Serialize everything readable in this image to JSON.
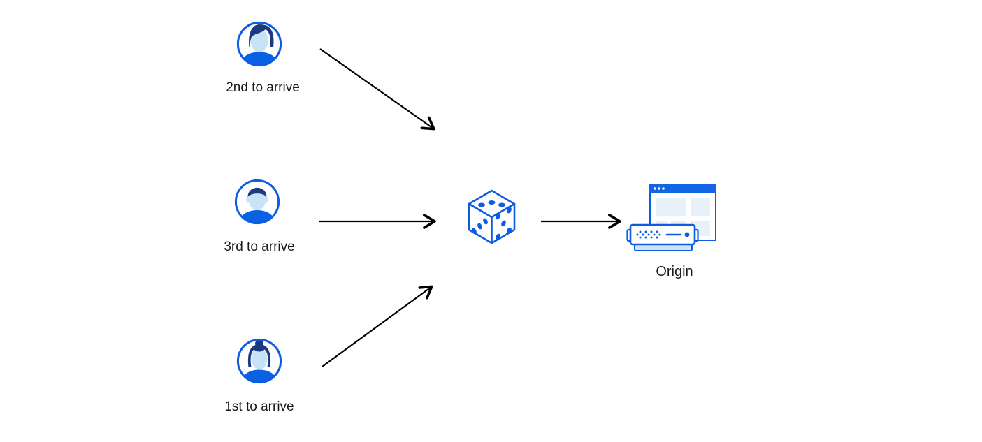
{
  "page": {
    "background": "#ffffff"
  },
  "colors": {
    "outline_blue": "#0d5ce1",
    "hair_dark_blue": "#1b3a80",
    "skin_light_blue": "#c8e3f7",
    "shirt_blue": "#0b61e4",
    "panel_light_blue": "#e8f1f9",
    "server_base_blue": "#cfe4f6",
    "titlebar_blue": "#1266e3",
    "arrow_black": "#000000",
    "text_black": "#1a1a1a"
  },
  "diagram": {
    "clients": [
      {
        "id": "client-top",
        "label": "2nd to arrive",
        "icon": "male-avatar-swept-hair-icon"
      },
      {
        "id": "client-middle",
        "label": "3rd to arrive",
        "icon": "male-avatar-short-hair-icon"
      },
      {
        "id": "client-bottom",
        "label": "1st to arrive",
        "icon": "female-avatar-bun-icon"
      }
    ],
    "selector": {
      "id": "random-selector",
      "icon": "dice-icon"
    },
    "origin": {
      "id": "origin",
      "label": "Origin",
      "icon": "origin-server-icon"
    },
    "edges": [
      {
        "from": "2nd to arrive",
        "to": "dice"
      },
      {
        "from": "3rd to arrive",
        "to": "dice"
      },
      {
        "from": "1st to arrive",
        "to": "dice"
      },
      {
        "from": "dice",
        "to": "Origin"
      }
    ]
  }
}
